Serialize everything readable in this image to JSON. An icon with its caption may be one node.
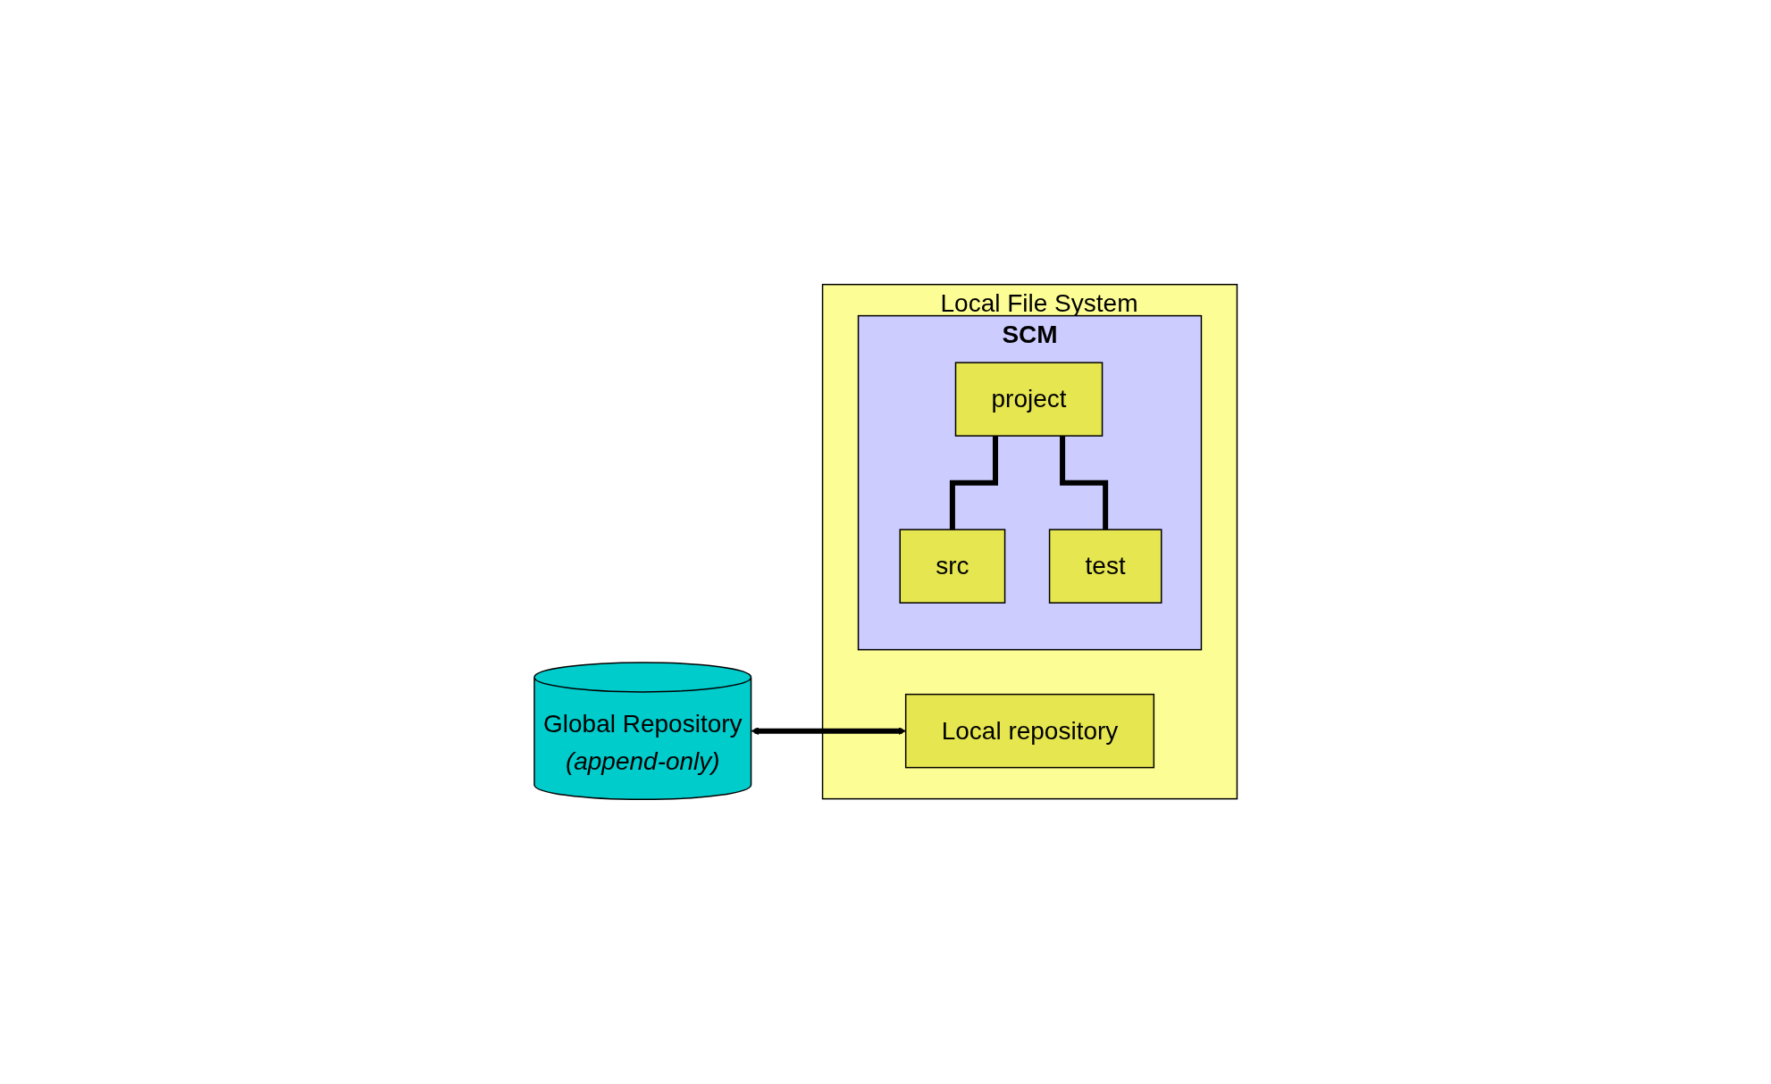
{
  "diagram": {
    "nodes": [
      {
        "text": [
          "Global Repository",
          "(append-only)"
        ]
      },
      {
        "text": [
          "Local File System"
        ]
      },
      {
        "text": [
          "Local repository"
        ],
        "in": 1
      },
      {
        "text": [
          "SCM"
        ],
        "in": 1
      },
      {
        "text": [
          "project"
        ],
        "in": 3
      },
      {
        "text": [
          "src"
        ],
        "in": 3
      },
      {
        "text": [
          "test"
        ],
        "in": 3
      }
    ],
    "edges": [
      {
        "from": 0,
        "to": 2,
        "arrow": "both"
      },
      {
        "from": 4,
        "to": 5,
        "arrow": "none"
      },
      {
        "from": 4,
        "to": 6,
        "arrow": "none"
      }
    ]
  }
}
